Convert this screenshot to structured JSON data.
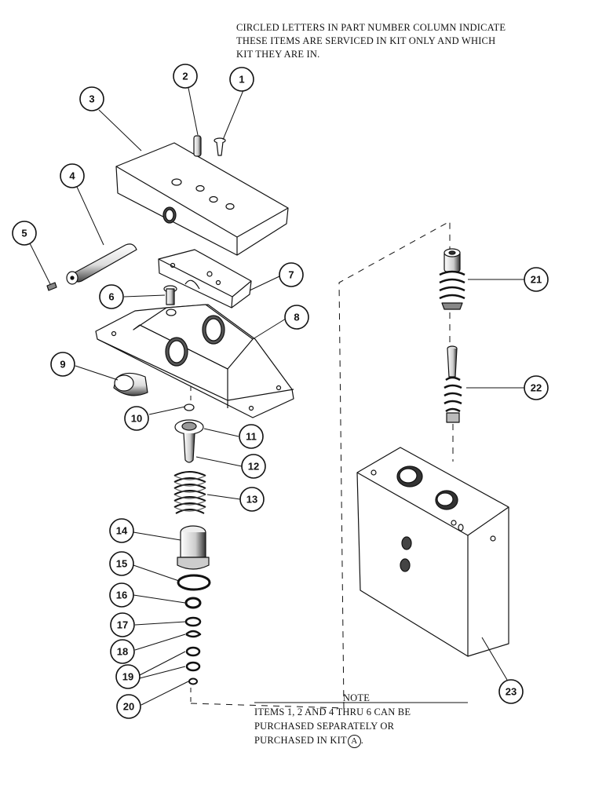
{
  "notes": {
    "top": [
      "CIRCLED LETTERS IN PART NUMBER COLUMN INDICATE",
      "THESE ITEMS ARE SERVICED IN KIT ONLY AND WHICH",
      "KIT THEY ARE IN."
    ],
    "bottom_heading": "NOTE",
    "bottom": [
      "ITEMS 1, 2 AND 4 THRU 6 CAN BE",
      "PURCHASED SEPARATELY OR",
      "PURCHASED IN KIT"
    ],
    "kit_letter": "A",
    "kit_suffix": "."
  },
  "callouts": [
    "1",
    "2",
    "3",
    "4",
    "5",
    "6",
    "7",
    "8",
    "9",
    "10",
    "11",
    "12",
    "13",
    "14",
    "15",
    "16",
    "17",
    "18",
    "19",
    "20",
    "21",
    "22",
    "23"
  ]
}
